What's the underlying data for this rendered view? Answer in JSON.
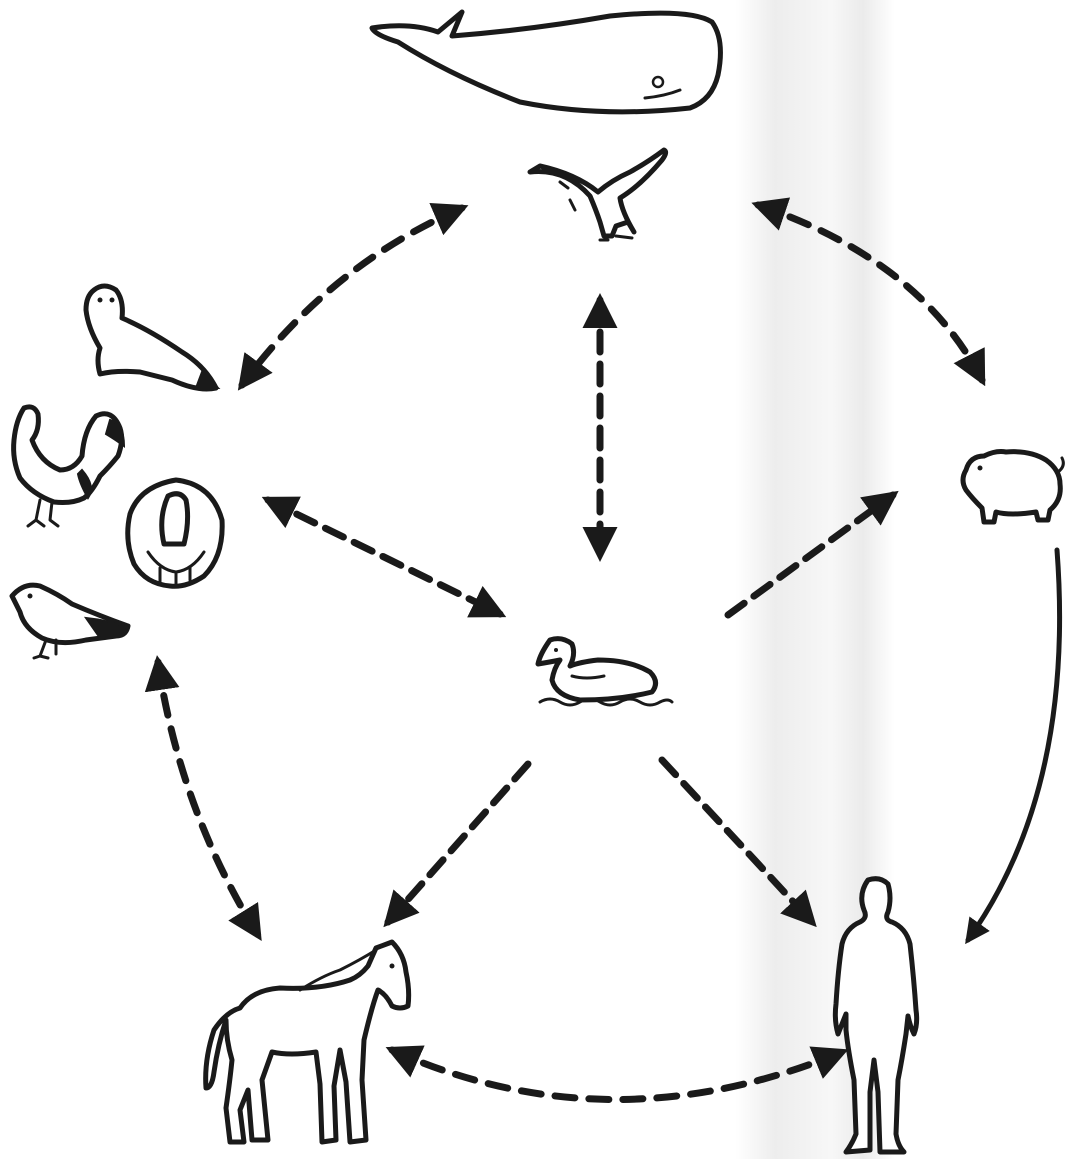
{
  "figure": {
    "nodes": [
      {
        "id": "whale",
        "icon": "whale-icon"
      },
      {
        "id": "gull",
        "icon": "gull-icon"
      },
      {
        "id": "seal",
        "icon": "seal-icon"
      },
      {
        "id": "poultry",
        "icon": [
          "rooster-icon",
          "turkey-icon",
          "sparrow-icon"
        ]
      },
      {
        "id": "pig",
        "icon": "pig-icon"
      },
      {
        "id": "duck",
        "icon": "duck-icon"
      },
      {
        "id": "horse",
        "icon": "horse-icon"
      },
      {
        "id": "human",
        "icon": "human-icon"
      }
    ],
    "edges": [
      {
        "from": "gull",
        "to": "seal",
        "style": "dashed",
        "direction": "both"
      },
      {
        "from": "gull",
        "to": "pig",
        "style": "dashed",
        "direction": "both"
      },
      {
        "from": "gull",
        "to": "duck",
        "style": "dashed",
        "direction": "both"
      },
      {
        "from": "poultry",
        "to": "duck",
        "style": "dashed",
        "direction": "both"
      },
      {
        "from": "duck",
        "to": "pig",
        "style": "dashed",
        "direction": "to"
      },
      {
        "from": "duck",
        "to": "horse",
        "style": "dashed",
        "direction": "to"
      },
      {
        "from": "duck",
        "to": "human",
        "style": "dashed",
        "direction": "to"
      },
      {
        "from": "poultry",
        "to": "horse",
        "style": "dashed",
        "direction": "both"
      },
      {
        "from": "horse",
        "to": "human",
        "style": "dashed",
        "direction": "both"
      },
      {
        "from": "pig",
        "to": "human",
        "style": "solid",
        "direction": "to"
      }
    ],
    "colors": {
      "ink": "#1a1a1a",
      "background": "#ffffff",
      "scan_band": "#e9e9e9"
    }
  }
}
